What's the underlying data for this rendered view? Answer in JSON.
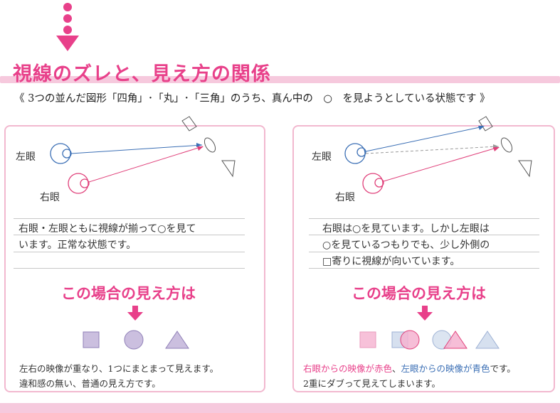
{
  "title": "視線のズレと、見え方の関係",
  "subtitle": "《 3つの並んだ図形「四角」･「丸」･「三角」のうち、真ん中の　○　を見ようとしている状態です 》",
  "left_panel": {
    "left_eye": "左眼",
    "right_eye": "右眼",
    "desc_lines": [
      "右眼・左眼ともに視線が揃って○を見て",
      "います。正常な状態です。"
    ],
    "heading": "この場合の見え方は",
    "caption_lines": [
      "左右の映像が重なり、1つにまとまって見えます。",
      "違和感の無い、普通の見え方です。"
    ]
  },
  "right_panel": {
    "left_eye": "左眼",
    "right_eye": "右眼",
    "desc_lines": [
      "右眼は○を見ています。しかし左眼は",
      "○を見ているつもりでも、少し外側の",
      "□寄りに視線が向いています。"
    ],
    "heading": "この場合の見え方は",
    "caption_red": "右眼からの映像が赤色",
    "caption_sep": "、",
    "caption_blue": "左眼からの映像が青色",
    "caption_end": "です。",
    "caption_line2": "2重にダブって見えてしまいます。"
  },
  "colors": {
    "pink": "#e8408a",
    "pink_light": "#f6c9dd",
    "panel_border": "#f2b8cf",
    "purple_fill": "#cbbfdf",
    "purple_stroke": "#8f7fb7",
    "blue_eye": "#3b6fb5",
    "red_eye": "#e0407a",
    "double_pink": "#f7c1d9",
    "double_blue": "#d6e0ef"
  }
}
